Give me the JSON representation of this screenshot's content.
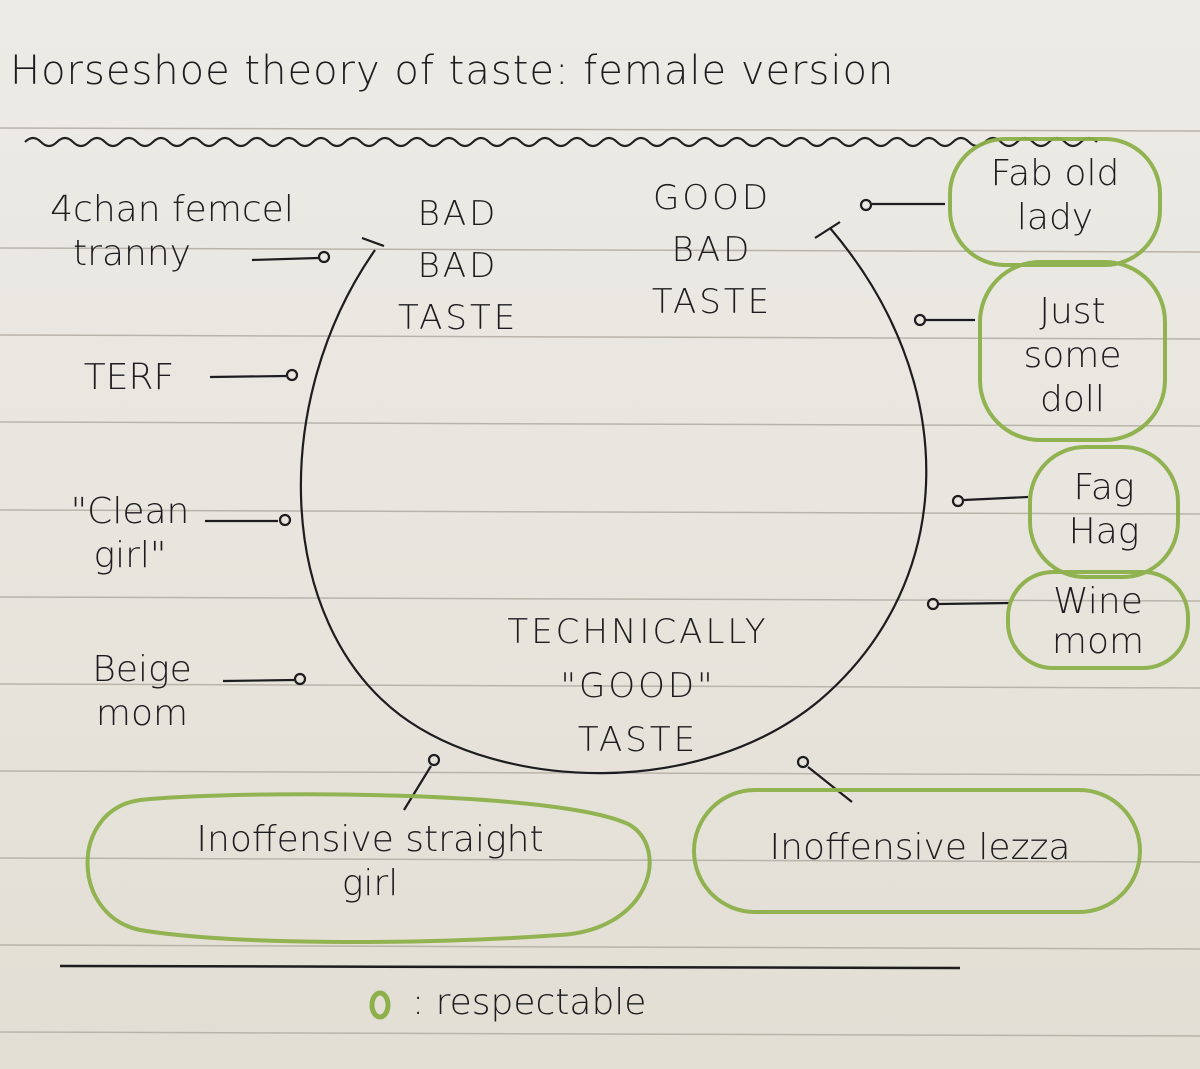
{
  "title": "Horseshoe theory of taste: female version",
  "zones": {
    "bad_bad": [
      "BAD",
      "BAD",
      "TASTE"
    ],
    "good_bad": [
      "GOOD",
      "BAD",
      "TASTE"
    ],
    "technically_good": [
      "TECHNICALLY",
      "\"GOOD\"",
      "TASTE"
    ]
  },
  "left_labels": [
    {
      "line1": "4chan femcel",
      "line2": "tranny"
    },
    {
      "line1": "TERF"
    },
    {
      "line1": "\"Clean",
      "line2": "girl\""
    },
    {
      "line1": "Beige",
      "line2": "mom"
    }
  ],
  "right_labels": [
    {
      "line1": "Fab old",
      "line2": "lady",
      "respectable": true
    },
    {
      "line1": "Just",
      "line2": "some",
      "line3": "doll",
      "respectable": true
    },
    {
      "line1": "Fag",
      "line2": "Hag",
      "respectable": true
    },
    {
      "line1": "Wine",
      "line2": "mom",
      "respectable": true
    }
  ],
  "bottom_labels": [
    {
      "line1": "Inoffensive straight",
      "line2": "girl",
      "respectable": true
    },
    {
      "line1": "Inoffensive lezza",
      "respectable": true
    }
  ],
  "legend": {
    "text": ": respectable",
    "symbol": "green-circle-icon",
    "color": "#8db04a"
  },
  "colors": {
    "ink": "#1d1c1f",
    "highlight": "#8db04a",
    "paper": "#e9e6df",
    "rule": "#b9b4ab"
  }
}
